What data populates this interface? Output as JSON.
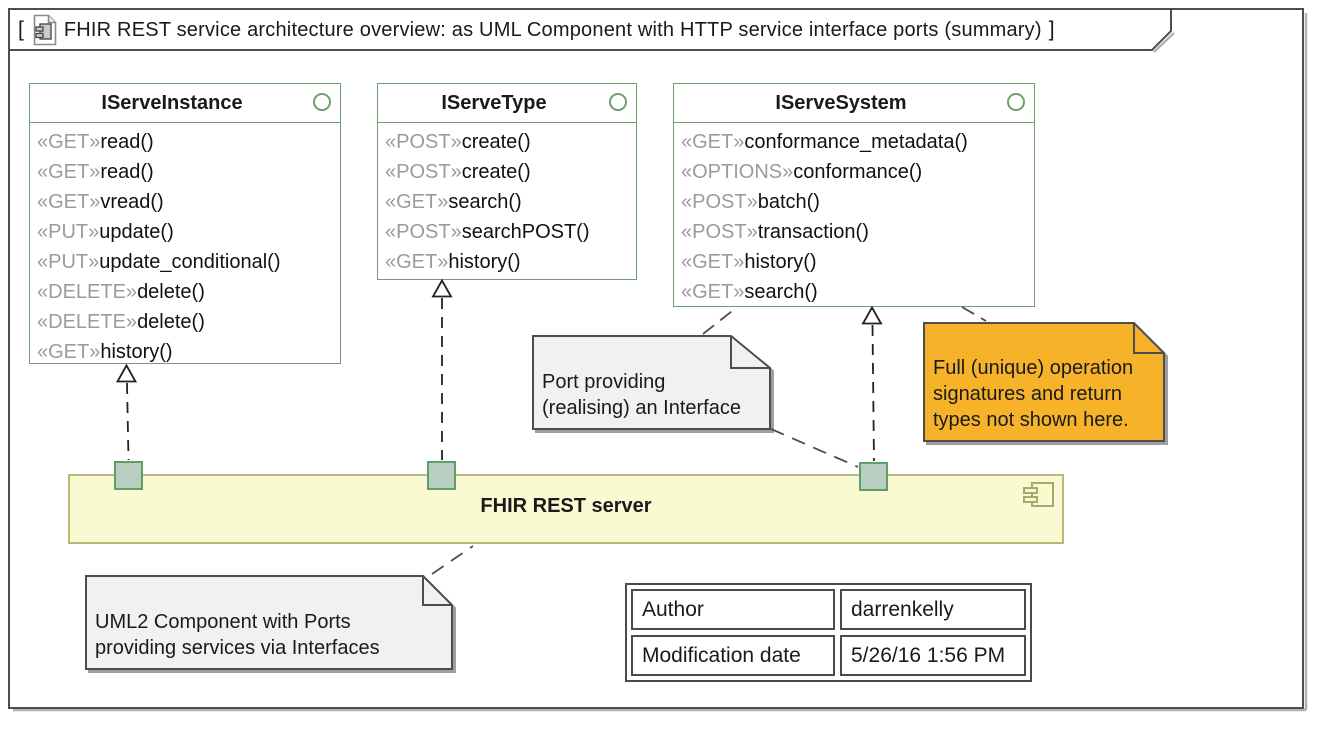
{
  "diagram": {
    "bracket_open": "[",
    "bracket_close": "]",
    "title": "FHIR REST service architecture overview: as UML Component with HTTP service interface ports (summary)"
  },
  "interfaces": [
    {
      "name": "IServeInstance",
      "operations": [
        {
          "stereotype": "«GET»",
          "signature": "read()"
        },
        {
          "stereotype": "«GET»",
          "signature": "read()"
        },
        {
          "stereotype": "«GET»",
          "signature": "vread()"
        },
        {
          "stereotype": "«PUT»",
          "signature": "update()"
        },
        {
          "stereotype": "«PUT»",
          "signature": "update_conditional()"
        },
        {
          "stereotype": "«DELETE»",
          "signature": "delete()"
        },
        {
          "stereotype": "«DELETE»",
          "signature": "delete()"
        },
        {
          "stereotype": "«GET»",
          "signature": "history()"
        }
      ]
    },
    {
      "name": "IServeType",
      "operations": [
        {
          "stereotype": "«POST»",
          "signature": "create()"
        },
        {
          "stereotype": "«POST»",
          "signature": "create()"
        },
        {
          "stereotype": "«GET»",
          "signature": "search()"
        },
        {
          "stereotype": "«POST»",
          "signature": "searchPOST()"
        },
        {
          "stereotype": "«GET»",
          "signature": "history()"
        }
      ]
    },
    {
      "name": "IServeSystem",
      "operations": [
        {
          "stereotype": "«GET»",
          "signature": "conformance_metadata()"
        },
        {
          "stereotype": "«OPTIONS»",
          "signature": "conformance()"
        },
        {
          "stereotype": "«POST»",
          "signature": "batch()"
        },
        {
          "stereotype": "«POST»",
          "signature": "transaction()"
        },
        {
          "stereotype": "«GET»",
          "signature": "history()"
        },
        {
          "stereotype": "«GET»",
          "signature": "search()"
        }
      ]
    }
  ],
  "component": {
    "name": "FHIR REST server"
  },
  "notes": {
    "port": {
      "lines": [
        "Port providing",
        "(realising) an Interface"
      ]
    },
    "signature": {
      "lines": [
        "Full (unique) operation",
        "signatures and return",
        "types not shown here."
      ]
    },
    "component": {
      "lines": [
        "UML2 Component with Ports",
        "providing services via Interfaces"
      ]
    }
  },
  "properties_table": {
    "rows": [
      {
        "label": "Author",
        "value": "darrenkelly"
      },
      {
        "label": "Modification date",
        "value": "5/26/16 1:56 PM"
      }
    ]
  },
  "colors": {
    "interface_border": "#6f9e6f",
    "stereotype_text": "#9b9b9b",
    "component_fill": "#fafad2",
    "component_border": "#b9b878",
    "port_fill": "#b8cec0",
    "port_border": "#5f9e66",
    "note_fill": "#f1f1f1",
    "note_highlight_fill": "#f6b32a",
    "note_border": "#4d4d4d"
  }
}
